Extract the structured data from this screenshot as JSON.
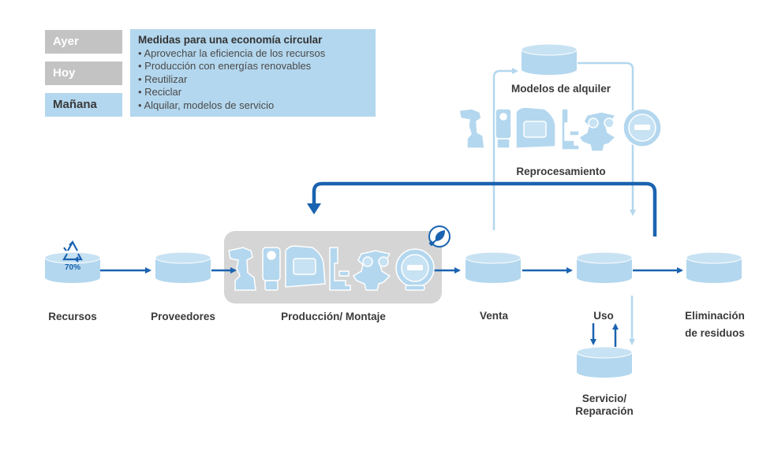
{
  "timeline": {
    "ayer": "Ayer",
    "hoy": "Hoy",
    "manana": "Mañana"
  },
  "legend": {
    "title": "Medidas para una economía circular",
    "items": [
      "• Aprovechar la eficiencia de los recursos",
      "• Producción con energías renovables",
      "• Reutilizar",
      "• Reciclar",
      "• Alquilar, modelos de servicio"
    ]
  },
  "stages": {
    "recursos": "Recursos",
    "recursos_percent": "70%",
    "proveedores": "Proveedores",
    "produccion": "Producción/ Montaje",
    "venta": "Venta",
    "uso": "Uso",
    "eliminacion_1": "Eliminación",
    "eliminacion_2": "de residuos",
    "servicio_1": "Servicio/",
    "servicio_2": "Reparación",
    "modelos_alquiler": "Modelos de alquiler",
    "reprocesamiento": "Reprocesamiento"
  },
  "icons": {
    "recycle": "recycle-icon",
    "renewable": "leaf-plug-icon",
    "products": [
      "microscope-icon",
      "camera-icon",
      "monitor-device-icon",
      "stand-icon",
      "robot-icon",
      "gauge-icon"
    ]
  },
  "colors": {
    "dark_blue": "#1a63b0",
    "light_blue": "#b3d7ee",
    "cylinder": "#b3d7ee",
    "cylinder_top": "#c7e2f3",
    "gray": "#c3c3c3",
    "text": "#3a3a3a"
  }
}
